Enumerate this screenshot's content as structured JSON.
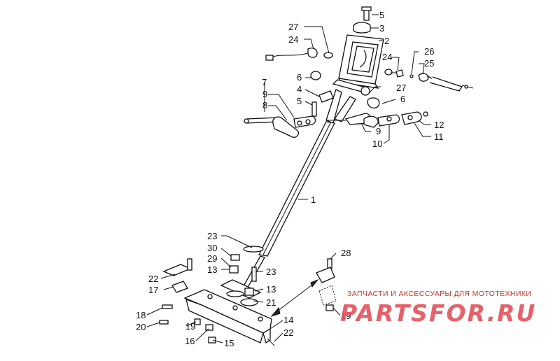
{
  "diagram": {
    "callouts": [
      {
        "id": "c5a",
        "text": "5"
      },
      {
        "id": "c3",
        "text": "3"
      },
      {
        "id": "c27a",
        "text": "27"
      },
      {
        "id": "c24a",
        "text": "24"
      },
      {
        "id": "c2",
        "text": "2"
      },
      {
        "id": "c24b",
        "text": "24"
      },
      {
        "id": "c26",
        "text": "26"
      },
      {
        "id": "c25",
        "text": "25"
      },
      {
        "id": "c7",
        "text": "7"
      },
      {
        "id": "c6a",
        "text": "6"
      },
      {
        "id": "c27b",
        "text": "27"
      },
      {
        "id": "c9a",
        "text": "9"
      },
      {
        "id": "c4",
        "text": "4"
      },
      {
        "id": "c6b",
        "text": "6"
      },
      {
        "id": "c8",
        "text": "8"
      },
      {
        "id": "c5b",
        "text": "5"
      },
      {
        "id": "c12",
        "text": "12"
      },
      {
        "id": "c9b",
        "text": "9"
      },
      {
        "id": "c11",
        "text": "11"
      },
      {
        "id": "c10",
        "text": "10"
      },
      {
        "id": "c1",
        "text": "1"
      },
      {
        "id": "c23a",
        "text": "23"
      },
      {
        "id": "c30",
        "text": "30"
      },
      {
        "id": "c29",
        "text": "29"
      },
      {
        "id": "c28",
        "text": "28"
      },
      {
        "id": "c13a",
        "text": "13"
      },
      {
        "id": "c23b",
        "text": "23"
      },
      {
        "id": "c22a",
        "text": "22"
      },
      {
        "id": "c13b",
        "text": "13"
      },
      {
        "id": "c17",
        "text": "17"
      },
      {
        "id": "c21",
        "text": "21"
      },
      {
        "id": "c18",
        "text": "18"
      },
      {
        "id": "c19a",
        "text": "19"
      },
      {
        "id": "c20",
        "text": "20"
      },
      {
        "id": "c19b",
        "text": "19"
      },
      {
        "id": "c14",
        "text": "14"
      },
      {
        "id": "c16",
        "text": "16"
      },
      {
        "id": "c15",
        "text": "15"
      },
      {
        "id": "c22b",
        "text": "22"
      }
    ]
  },
  "watermark": {
    "tagline": "ЗАПЧАСТИ И АКСЕССУАРЫ ДЛЯ МОТОТЕХНИКИ",
    "logo": "PARTSFOR.RU"
  }
}
